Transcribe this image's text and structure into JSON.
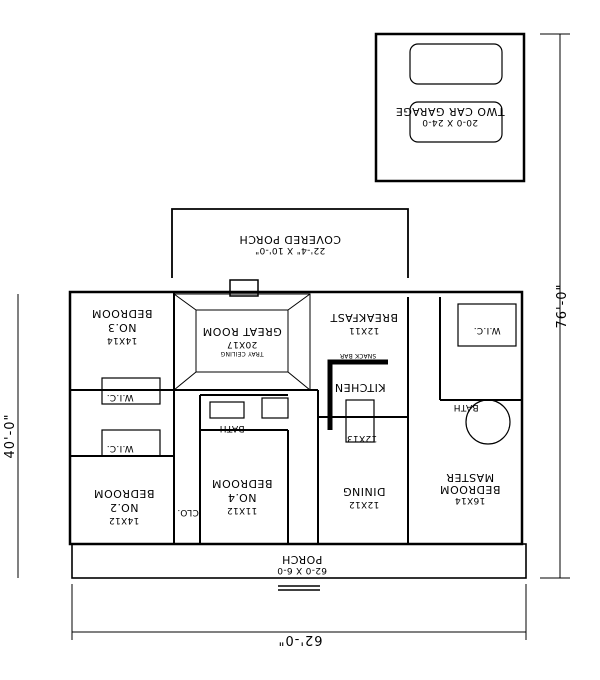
{
  "rooms": {
    "garage": {
      "name": "TWO CAR GARAGE",
      "size": "20-0 X 24-0"
    },
    "covered_porch": {
      "name": "COVERED PORCH",
      "size": "22'-4\" X 10'-0\""
    },
    "bedroom3": {
      "name": "BEDROOM",
      "sub": "NO.3",
      "size": "14X14"
    },
    "great_room": {
      "name": "GREAT ROOM",
      "size": "20X17",
      "note": "TRAY CEILING"
    },
    "breakfast": {
      "name": "BREAKFAST",
      "size": "12X11"
    },
    "wic_master": {
      "name": "W.I.C."
    },
    "snack_bar": {
      "name": "SNACK BAR"
    },
    "kitchen": {
      "name": "KITCHEN",
      "size": "12X13"
    },
    "wic3": {
      "name": "W.I.C."
    },
    "wic2": {
      "name": "W.I.C."
    },
    "bath_hall": {
      "name": "BATH"
    },
    "bath_master": {
      "name": "BATH"
    },
    "bedroom2": {
      "name": "BEDROOM",
      "sub": "NO.2",
      "size": "14X12"
    },
    "bedroom4": {
      "name": "BEDROOM",
      "sub": "NO.4",
      "size": "11X12"
    },
    "clo": {
      "name": "CLO."
    },
    "dining": {
      "name": "DINING",
      "size": "12X12"
    },
    "master": {
      "name": "MASTER",
      "sub": "BEDROOM",
      "size": "16X14"
    },
    "porch": {
      "name": "PORCH",
      "size": "62-0 X 6-0"
    }
  },
  "dimensions": {
    "width": "62'-0\"",
    "left_depth": "40'-0\"",
    "right_depth": "76'-0\""
  }
}
